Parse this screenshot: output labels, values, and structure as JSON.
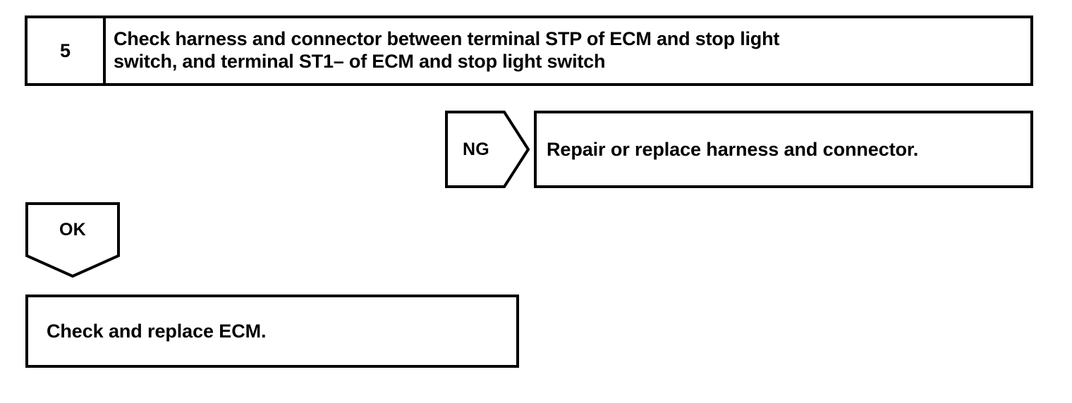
{
  "flowchart": {
    "step": {
      "number": "5",
      "instruction": "Check harness and connector between terminal STP of ECM and stop light\nswitch, and terminal ST1– of ECM and stop light switch"
    },
    "branches": [
      {
        "result_label": "NG",
        "action": "Repair or replace harness and connector.",
        "direction": "right"
      },
      {
        "result_label": "OK",
        "action": "Check and replace ECM.",
        "direction": "down"
      }
    ],
    "colors": {
      "line": "#000000",
      "background": "#ffffff",
      "text": "#000000"
    }
  }
}
